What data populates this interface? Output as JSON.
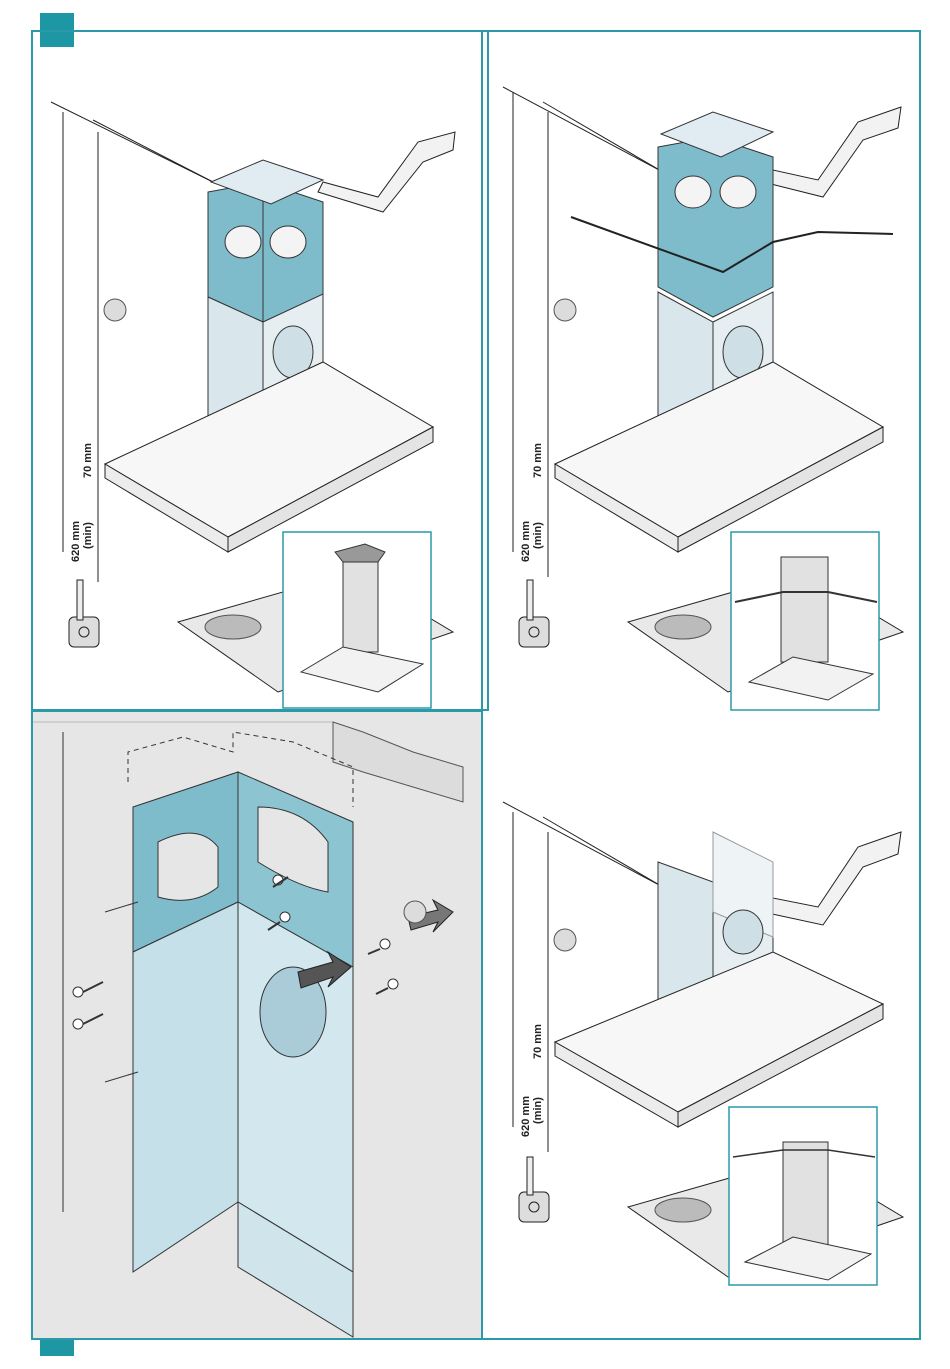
{
  "colors": {
    "frame": "#2a9aa8",
    "corner_marker": "#1d97a4",
    "chimney_upper": "#7fbccb",
    "chimney_lower": "#d9e6ec",
    "callout_circle": "#dcdcdc",
    "panel_bg_detail": "#e6e6e6"
  },
  "icons": [
    "measuring-tape-icon",
    "screw-icon",
    "arrow-icon",
    "step-circle-icon"
  ],
  "step1": {
    "dim_top": "70 mm",
    "dim_bottom": "620 mm",
    "dim_bottom_sub": "(min)"
  },
  "step2": {
    "dim_top": "70 mm",
    "dim_bottom": "620 mm",
    "dim_bottom_sub": "(min)"
  },
  "step4": {
    "dim_top": "70 mm",
    "dim_bottom": "620 mm",
    "dim_bottom_sub": "(min)"
  }
}
